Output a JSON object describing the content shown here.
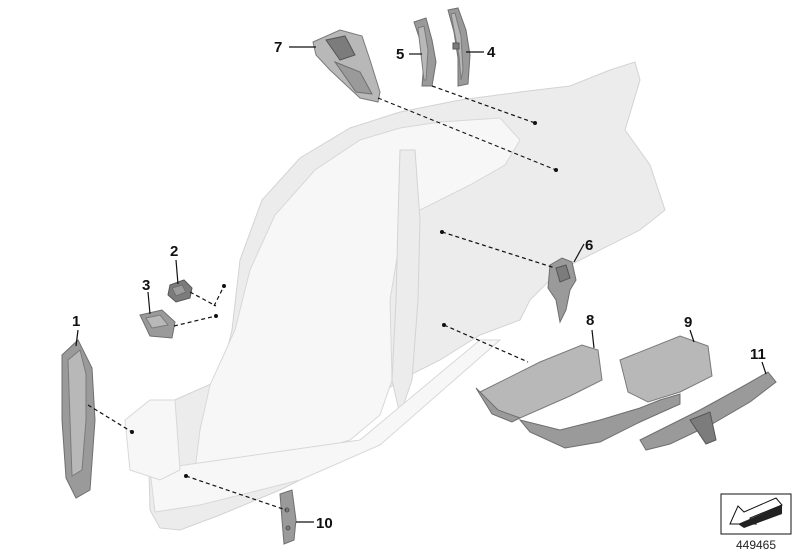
{
  "callouts": [
    {
      "id": "c1",
      "label": "1"
    },
    {
      "id": "c2",
      "label": "2"
    },
    {
      "id": "c3",
      "label": "3"
    },
    {
      "id": "c4",
      "label": "4"
    },
    {
      "id": "c5",
      "label": "5"
    },
    {
      "id": "c6",
      "label": "6"
    },
    {
      "id": "c7",
      "label": "7"
    },
    {
      "id": "c8",
      "label": "8"
    },
    {
      "id": "c9",
      "label": "9"
    },
    {
      "id": "c10",
      "label": "10"
    },
    {
      "id": "c11",
      "label": "11"
    }
  ],
  "reference_number": "449465",
  "colors": {
    "body_side": "#ececec",
    "parts": "#9a9a9a",
    "lines": "#111111"
  },
  "icons": {
    "orientation": "arrow-direction-icon"
  }
}
